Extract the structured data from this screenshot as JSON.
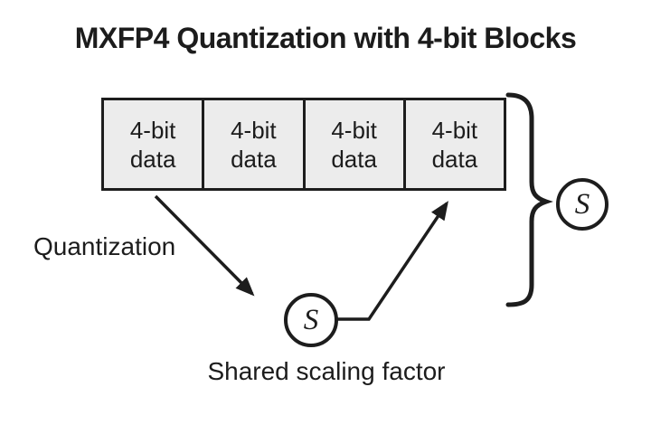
{
  "title": "MXFP4 Quantization with 4-bit Blocks",
  "diagram": {
    "blocks": [
      {
        "line1": "4-bit",
        "line2": "data"
      },
      {
        "line1": "4-bit",
        "line2": "data"
      },
      {
        "line1": "4-bit",
        "line2": "data"
      },
      {
        "line1": "4-bit",
        "line2": "data"
      }
    ],
    "scale_symbol": "S",
    "labels": {
      "quantization": "Quantization",
      "shared_scaling_factor": "Shared scaling factor"
    },
    "colors": {
      "line": "#1d1d1d",
      "block_fill": "#ececec",
      "background": "#ffffff",
      "text": "#1c1c1c"
    }
  }
}
